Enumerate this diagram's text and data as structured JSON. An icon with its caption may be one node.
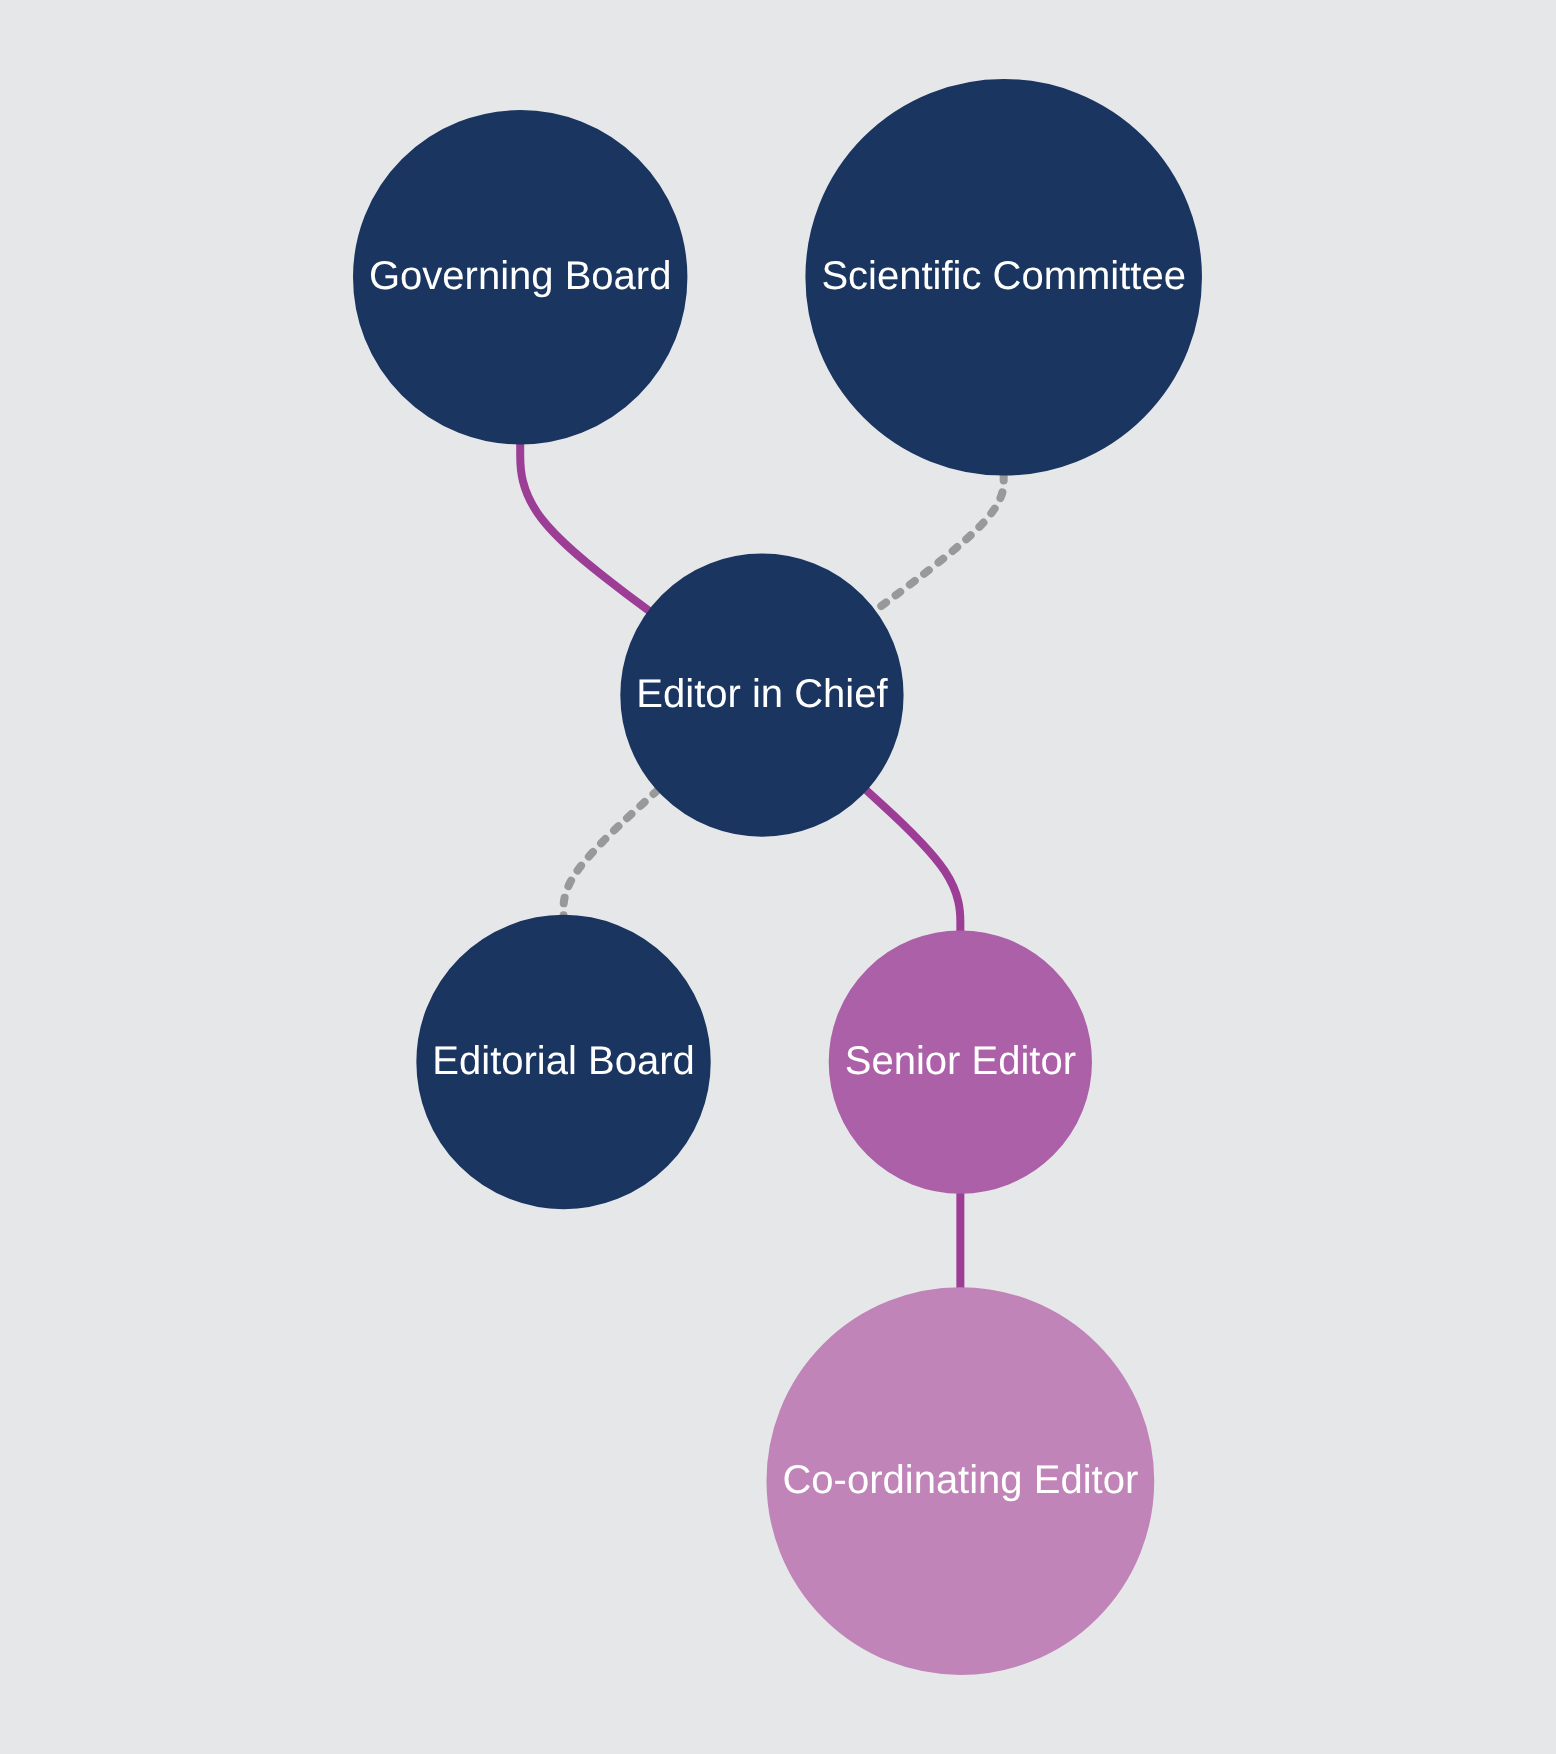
{
  "diagram": {
    "nodes": [
      {
        "text": [
          "Governing Board"
        ]
      },
      {
        "text": [
          "Scientific Committee"
        ]
      },
      {
        "text": [
          "Editor in Chief"
        ]
      },
      {
        "text": [
          "Editorial Board"
        ]
      },
      {
        "text": [
          "Senior Editor"
        ]
      },
      {
        "text": [
          "Co-ordinating Editor"
        ]
      }
    ],
    "edges": [
      {
        "from": 0,
        "to": 2,
        "arrow": "none"
      },
      {
        "from": 1,
        "to": 2,
        "arrow": "none",
        "style": "dashed",
        "color": "#999999"
      },
      {
        "from": 2,
        "to": 3,
        "arrow": "none",
        "style": "dashed",
        "color": "#999999"
      },
      {
        "from": 2,
        "to": 4,
        "arrow": "none"
      },
      {
        "from": 4,
        "to": 5,
        "arrow": "none"
      }
    ]
  }
}
